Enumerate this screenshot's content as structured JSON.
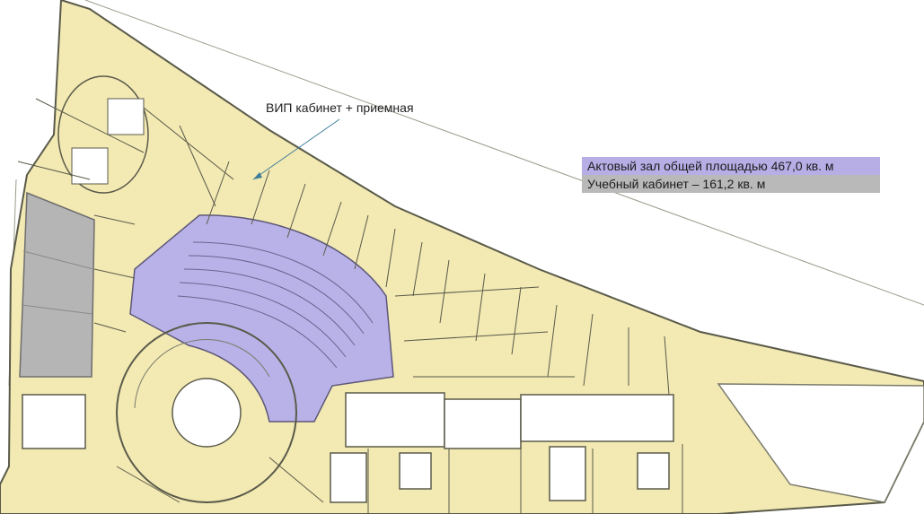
{
  "annotations": {
    "vip_room": "ВИП кабинет + приемная"
  },
  "legend": {
    "items": [
      {
        "label": "Актовый зал общей площадью 467,0 кв. м",
        "color": "#b7aee6"
      },
      {
        "label": "Учебный кабинет – 161,2 кв. м",
        "color": "#b9b9b9"
      }
    ]
  },
  "colors": {
    "office_fill": "#f2e9b3",
    "hall_fill": "#b9b2e8",
    "classroom_fill": "#b5b5b5",
    "wall": "#5a5a4a",
    "leader_line": "#3f7d9a"
  }
}
